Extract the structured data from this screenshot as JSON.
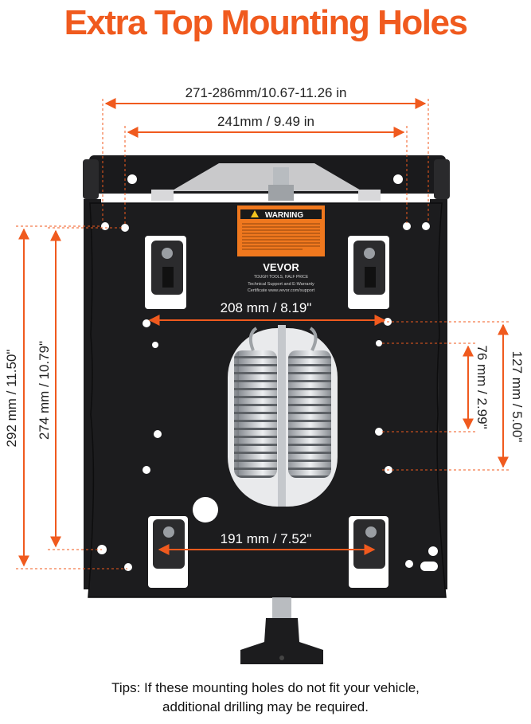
{
  "title": "Extra Top Mounting Holes",
  "colors": {
    "accent": "#f05a1e",
    "plate": "#1c1c1e",
    "plate_dark": "#111113",
    "spring": "#c9ccd1"
  },
  "dimensions": {
    "outer_width": "271-286mm/10.67-11.26 in",
    "inner_width": "241mm / 9.49 in",
    "middle_width": "208 mm / 8.19\"",
    "lower_width": "191 mm / 7.52\"",
    "left_outer_height": "292 mm / 11.50\"",
    "left_inner_height": "274 mm / 10.79\"",
    "right_small_height": "76 mm / 2.99\"",
    "right_large_height": "127 mm / 5.00\""
  },
  "label": {
    "warning_title": "WARNING",
    "brand": "VEVOR",
    "brand_tagline": "TOUGH TOOLS, HALF PRICE",
    "support_line1": "Technical Support and E-Warranty",
    "support_line2": "Certificate www.vevor.com/support"
  },
  "tips": {
    "line1": "Tips: If these mounting holes do not fit your vehicle,",
    "line2": "additional drilling may be required."
  },
  "icons": {
    "warning": "warning-triangle-icon",
    "knob": "adjustment-knob"
  }
}
